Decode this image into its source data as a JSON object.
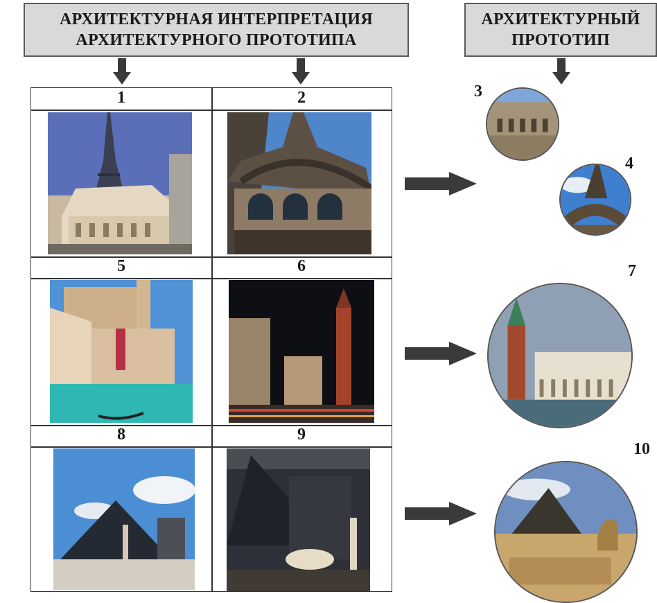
{
  "header_left": {
    "line1": "АРХИТЕКТУРНАЯ ИНТЕРПРЕТАЦИЯ",
    "line2": "АРХИТЕКТУРНОГО ПРОТОТИПА"
  },
  "header_right": {
    "line1": "АРХИТЕКТУРНЫЙ",
    "line2": "ПРОТОТИП"
  },
  "cells": [
    {
      "number": "1"
    },
    {
      "number": "2"
    },
    {
      "number": "5"
    },
    {
      "number": "6"
    },
    {
      "number": "8"
    },
    {
      "number": "9"
    }
  ],
  "prototypes": [
    {
      "number": "3"
    },
    {
      "number": "4"
    },
    {
      "number": "7"
    },
    {
      "number": "10"
    }
  ],
  "colors": {
    "header_fill": "#d9d9d9",
    "arrow": "#3a3a3a",
    "grid_line": "#333333"
  }
}
